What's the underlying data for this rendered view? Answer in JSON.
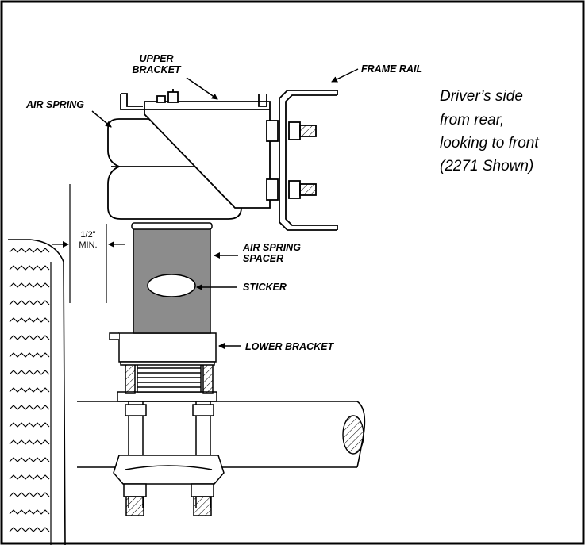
{
  "labels": {
    "upper_bracket": [
      "UPPER",
      "BRACKET"
    ],
    "frame_rail": "FRAME RAIL",
    "air_spring": "AIR SPRING",
    "air_spring_spacer": [
      "AIR SPRING",
      "SPACER"
    ],
    "sticker": "STICKER",
    "lower_bracket": "LOWER BRACKET"
  },
  "dimension": {
    "value": "1/2\"",
    "qualifier": "MIN."
  },
  "caption": [
    "Driver’s side",
    "from rear,",
    "looking to front",
    "(2271 Shown)"
  ],
  "colors": {
    "spacer_fill": "#8c8c8c",
    "stroke": "#000000",
    "background": "#ffffff"
  }
}
